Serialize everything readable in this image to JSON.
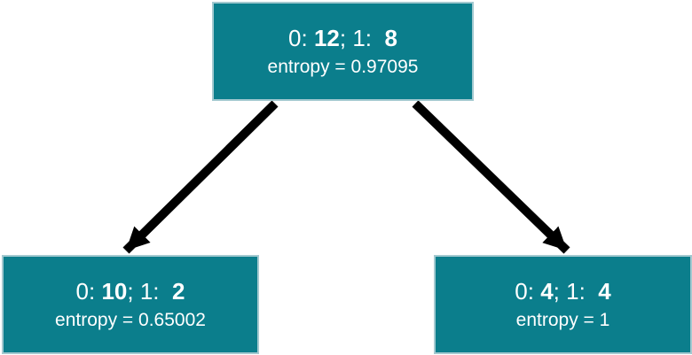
{
  "tree": {
    "colors": {
      "node_fill": "#0B7E8C",
      "node_border": "#A3C9D0",
      "arrow": "#000000",
      "text": "#FFFFFF"
    },
    "nodes": [
      {
        "id": "root",
        "segments": [
          "0: ",
          "12",
          "; 1: ",
          " 8"
        ],
        "class0_count": 12,
        "class1_count": 8,
        "entropy_value": 0.97095,
        "entropy": "entropy = 0.97095"
      },
      {
        "id": "left-child",
        "segments": [
          "0: ",
          "10",
          "; 1: ",
          " 2"
        ],
        "class0_count": 10,
        "class1_count": 2,
        "entropy_value": 0.65002,
        "entropy": "entropy = 0.65002"
      },
      {
        "id": "right-child",
        "segments": [
          "0: ",
          "4",
          "; 1: ",
          " 4"
        ],
        "class0_count": 4,
        "class1_count": 4,
        "entropy_value": 1,
        "entropy": "entropy = 1"
      }
    ],
    "edges": [
      {
        "from": "root",
        "to": "left-child"
      },
      {
        "from": "root",
        "to": "right-child"
      }
    ]
  }
}
